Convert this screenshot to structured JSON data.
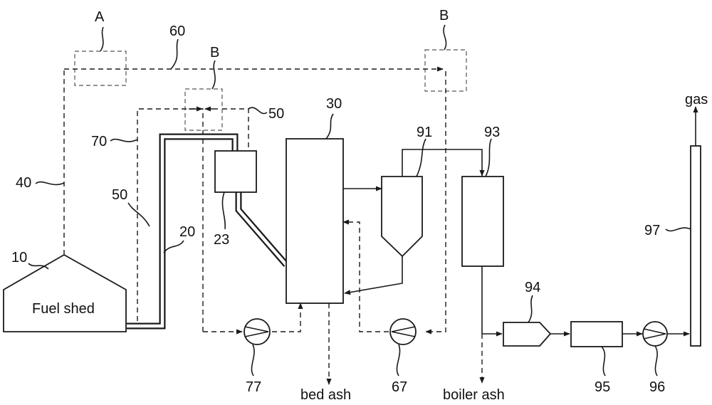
{
  "labels": {
    "A": "A",
    "B_right": "B",
    "B_mid": "B",
    "n60": "60",
    "n50_top": "50",
    "n50_left": "50",
    "n30": "30",
    "n91": "91",
    "n93": "93",
    "n70": "70",
    "n40": "40",
    "n10": "10",
    "n20": "20",
    "n23": "23",
    "n94": "94",
    "n97": "97",
    "n77": "77",
    "n67": "67",
    "n95": "95",
    "n96": "96",
    "gas": "gas",
    "fuel_shed": "Fuel shed",
    "bed_ash": "bed ash",
    "boiler_ash": "boiler ash"
  }
}
